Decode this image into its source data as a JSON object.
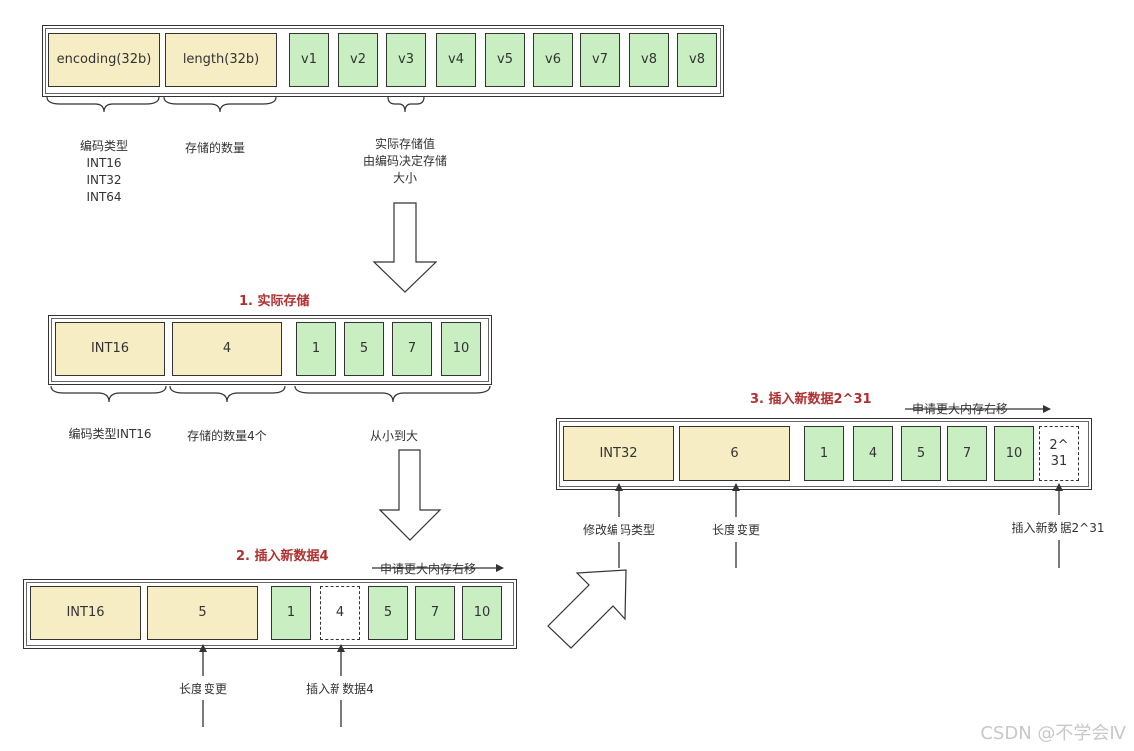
{
  "top_structure": {
    "cells": [
      "encoding(32b)",
      "length(32b)",
      "v1",
      "v2",
      "v3",
      "v4",
      "v5",
      "v6",
      "v7",
      "v8",
      "v8"
    ],
    "encoding_label": [
      "编码类型",
      "INT16",
      "INT32",
      "INT64"
    ],
    "length_label": "存储的数量",
    "value_label": [
      "实际存储值",
      "由编码决定存储",
      "大小"
    ]
  },
  "step1": {
    "title": "1. 实际存储",
    "cells": [
      "INT16",
      "4",
      "1",
      "5",
      "7",
      "10"
    ],
    "encoding_label": "编码类型INT16",
    "length_label": "存储的数量4个",
    "values_label": "从小到大"
  },
  "step2": {
    "title": "2. 插入新数据4",
    "shift_label": "申请更大内存右移",
    "cells": [
      "INT16",
      "5",
      "1",
      "4",
      "5",
      "7",
      "10"
    ],
    "length_label": "长度变更",
    "insert_label": "插入新数据4"
  },
  "step3": {
    "title": "3. 插入新数据2^31",
    "shift_label": "申请更大内存右移",
    "cells": [
      "INT32",
      "6",
      "1",
      "4",
      "5",
      "7",
      "10",
      "2^",
      "31"
    ],
    "encoding_label": "修改编码类型",
    "length_label": "长度变更",
    "insert_label": "插入新数据2^31"
  },
  "watermark": "CSDN @不学会Ⅳ",
  "colors": {
    "meta": "#f7edc4",
    "value": "#c9eec2",
    "title": "#b03030",
    "stroke": "#333333"
  }
}
